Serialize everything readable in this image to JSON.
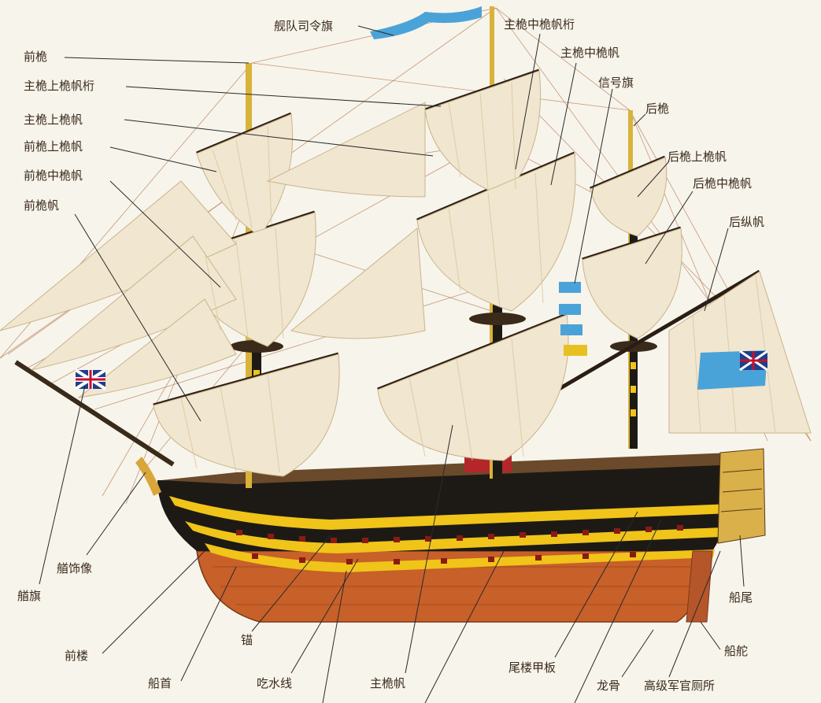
{
  "labels": {
    "flagship_pennant": "舰队司令旗",
    "fore_mast": "前桅",
    "main_topgallant_yard": "主桅上桅帆桁",
    "main_topgallant_sail": "主桅上桅帆",
    "fore_topgallant_sail": "前桅上桅帆",
    "fore_topsail": "前桅中桅帆",
    "fore_course": "前桅帆",
    "main_topsail_yard": "主桅中桅帆桁",
    "main_topsail": "主桅中桅帆",
    "signal_flags": "信号旗",
    "mizzen_mast": "后桅",
    "mizzen_topgallant_sail": "后桅上桅帆",
    "mizzen_topsail": "后桅中桅帆",
    "spanker": "后纵帆",
    "jack": "艏旗",
    "figurehead": "艏饰像",
    "forecastle": "前楼",
    "bow": "船首",
    "anchor": "锚",
    "waterline": "吃水线",
    "main_course": "主桅帆",
    "poop_deck": "尾楼甲板",
    "keel": "龙骨",
    "officers_head": "高级军官厕所",
    "rudder": "船舵",
    "stern": "船尾"
  },
  "colors": {
    "hull_yellow": "#f0c419",
    "hull_black": "#1d1a16",
    "hull_copper": "#c8602a",
    "sail": "#f1e6cf",
    "ensign_blue": "#4aa3d8",
    "mast": "#d8b33a"
  }
}
